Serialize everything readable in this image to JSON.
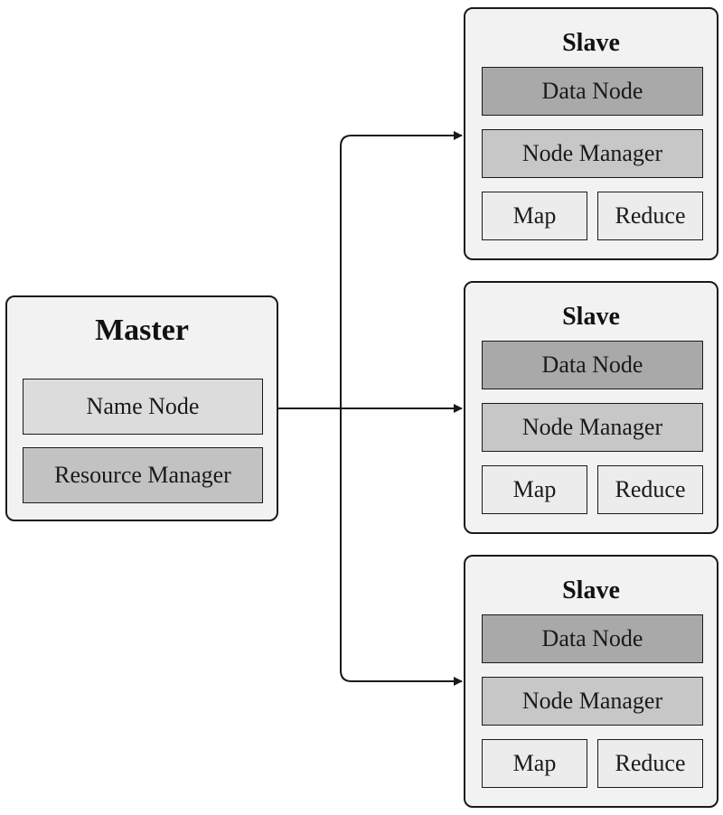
{
  "master": {
    "title": "Master",
    "components": [
      "Name Node",
      "Resource Manager"
    ]
  },
  "slaves": [
    {
      "title": "Slave",
      "components": [
        "Data Node",
        "Node Manager",
        "Map",
        "Reduce"
      ]
    },
    {
      "title": "Slave",
      "components": [
        "Data Node",
        "Node Manager",
        "Map",
        "Reduce"
      ]
    },
    {
      "title": "Slave",
      "components": [
        "Data Node",
        "Node Manager",
        "Map",
        "Reduce"
      ]
    }
  ],
  "colors": {
    "node_background": "#f2f2f2",
    "name_node": "#dcdcdc",
    "resource_manager": "#c2c2c2",
    "data_node": "#a9a9a9",
    "node_manager": "#c7c7c7",
    "map_reduce": "#ececec",
    "line": "#1a1a1a"
  }
}
